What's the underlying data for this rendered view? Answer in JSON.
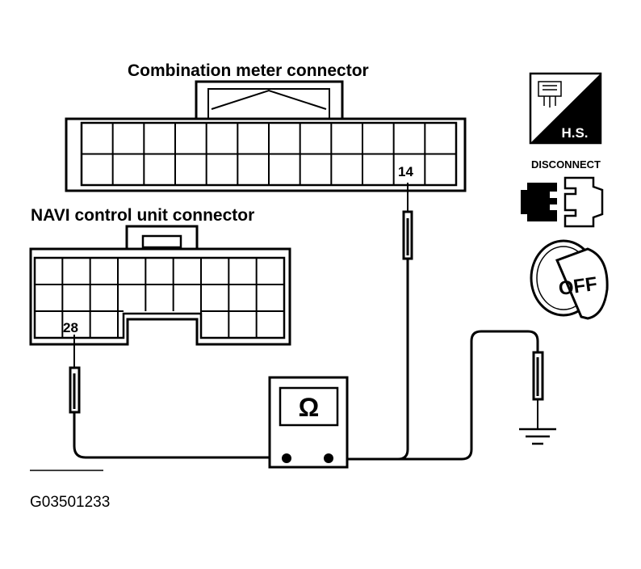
{
  "labels": {
    "combination_meter_connector": "Combination meter  connector",
    "navi_control_unit_connector": "NAVI control unit connector",
    "pin_meter": "14",
    "pin_navi": "28",
    "ohm_symbol": "Ω",
    "figure_id": "G03501233"
  },
  "icons": {
    "hs_tool": {
      "name": "harness-tool-icon",
      "text": "H.S."
    },
    "disconnect": {
      "name": "disconnect-connector-icon",
      "text": "DISCONNECT"
    },
    "ignition": {
      "name": "ignition-key-off-icon",
      "text": "OFF"
    }
  },
  "colors": {
    "ink": "#000000",
    "paper": "#ffffff"
  }
}
